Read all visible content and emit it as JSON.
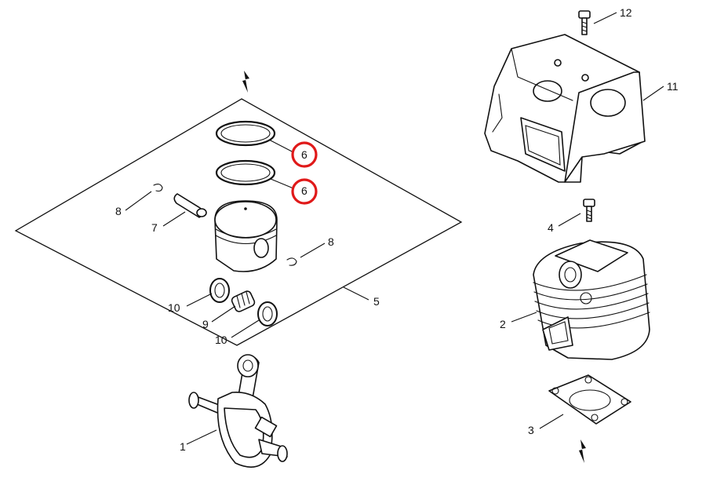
{
  "callouts": {
    "c1": "1",
    "c2": "2",
    "c3": "3",
    "c4": "4",
    "c5": "5",
    "c6a": "6",
    "c6b": "6",
    "c7": "7",
    "c8a": "8",
    "c8b": "8",
    "c9": "9",
    "c10a": "10",
    "c10b": "10",
    "c11": "11",
    "c12": "12"
  },
  "highlighted_parts": [
    "6",
    "6"
  ],
  "colors": {
    "highlight": "#e01919",
    "line": "#111111",
    "background": "#ffffff"
  }
}
